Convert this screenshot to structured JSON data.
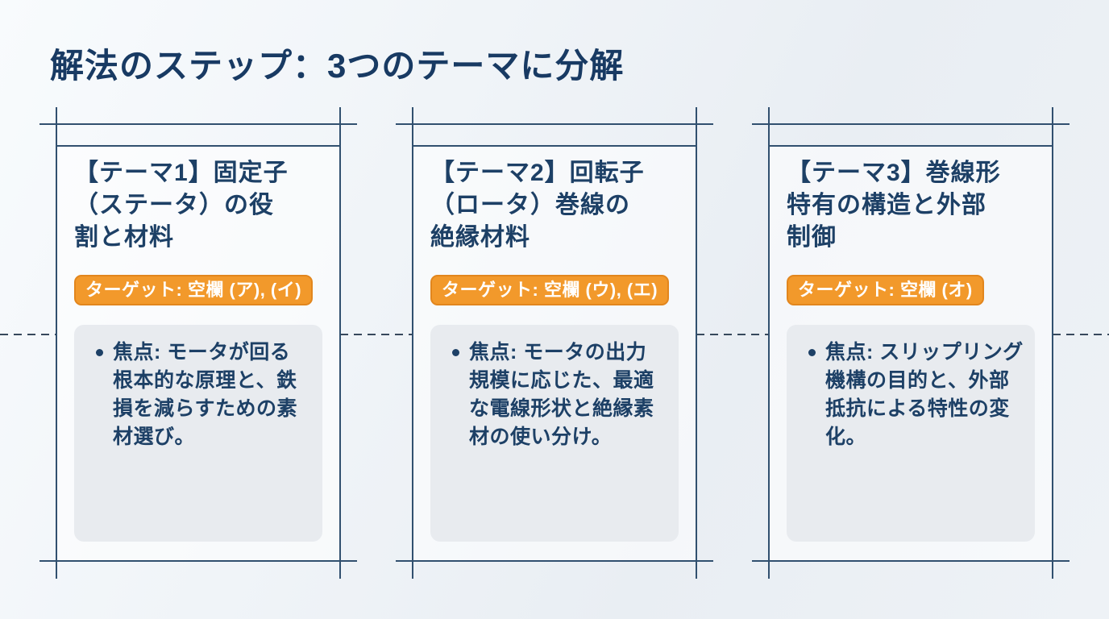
{
  "slide": {
    "title": "解法のステップ：3つのテーマに分解"
  },
  "colors": {
    "title_navy": "#183a63",
    "text_navy": "#1d4066",
    "frame_line": "#31506f",
    "dashed_connector": "#37485c",
    "badge_orange": "#f2992b",
    "badge_border_orange": "#e2861d",
    "badge_text": "#ffffff",
    "focus_panel_gray": "#e8ebef",
    "background_top": "#f8fbfd",
    "background_bottom": "#e9eef3"
  },
  "cards": [
    {
      "heading": "【テーマ1】固定子\n（ステータ）の役\n割と材料",
      "target_label": "ターゲット: 空欄 (ア), (イ)",
      "focus": "焦点: モータが回る\n根本的な原理と、鉄\n損を減らすための素\n材選び。"
    },
    {
      "heading": "【テーマ2】回転子\n（ロータ）巻線の\n絶縁材料",
      "target_label": "ターゲット: 空欄 (ウ), (エ)",
      "focus": "焦点: モータの出力\n規模に応じた、最適\nな電線形状と絶縁素\n材の使い分け。"
    },
    {
      "heading": "【テーマ3】巻線形\n特有の構造と外部\n制御",
      "target_label": "ターゲット: 空欄 (オ)",
      "focus": "焦点: スリップリング\n機構の目的と、外部\n抵抗による特性の変\n化。"
    }
  ]
}
